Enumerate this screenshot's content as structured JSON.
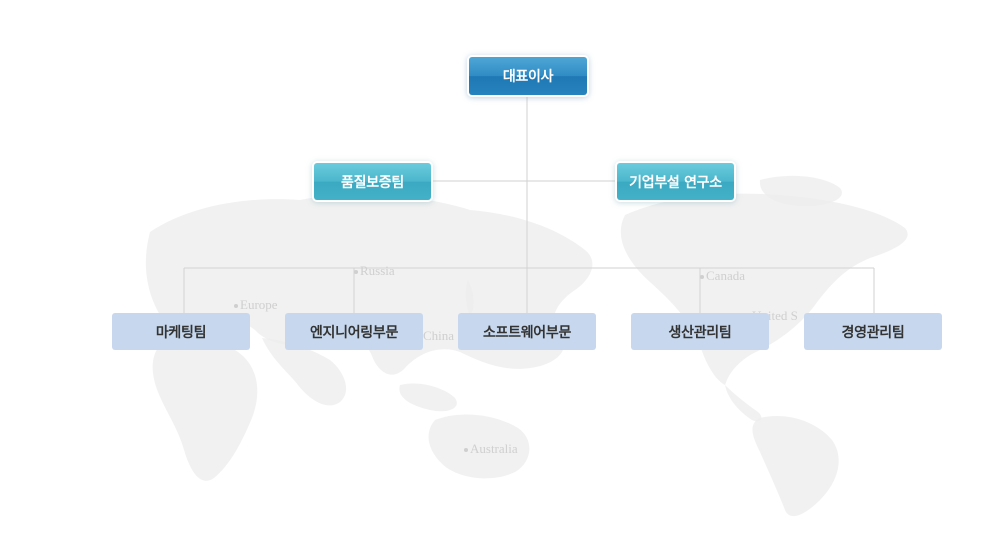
{
  "org_chart": {
    "ceo": "대표이사",
    "quality": "품질보증팀",
    "research": "기업부설 연구소",
    "teams": [
      "마케팅팀",
      "엔지니어링부문",
      "소프트웨어부문",
      "생산관리팀",
      "경영관리팀"
    ]
  },
  "map_labels": {
    "russia": "Russia",
    "europe": "Europe",
    "china": "China",
    "canada": "Canada",
    "united_states": "United  S",
    "australia": "Australia"
  },
  "colors": {
    "ceo": "#2683bd",
    "mid": "#44b1c8",
    "team": "#c7d8ee",
    "line": "#d2d2d2"
  }
}
